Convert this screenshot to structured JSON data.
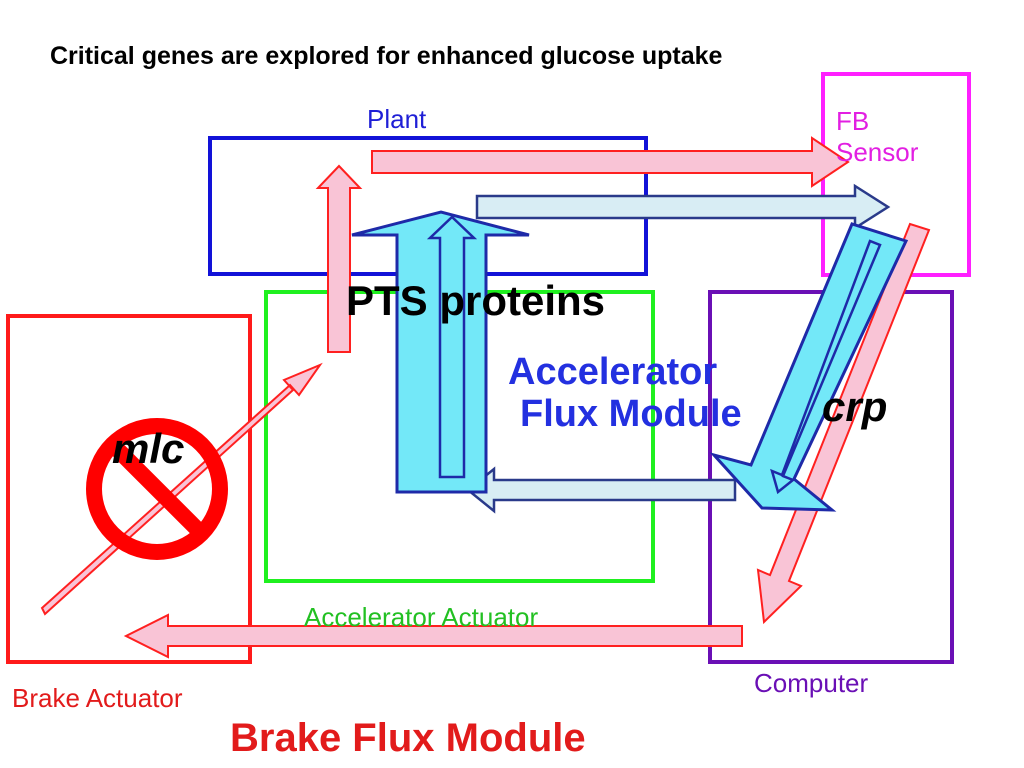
{
  "title": "Critical genes are explored for enhanced glucose uptake",
  "labels": {
    "plant": "Plant",
    "fb_sensor": [
      "FB",
      "Sensor"
    ],
    "pts_proteins": "PTS proteins",
    "accelerator_flux_module": [
      "Accelerator",
      "Flux Module"
    ],
    "crp": "crp",
    "mlc": "mlc",
    "accelerator_actuator": "Accelerator Actuator",
    "computer": "Computer",
    "brake_actuator": "Brake Actuator",
    "brake_flux_module": "Brake Flux Module"
  },
  "colors": {
    "plant_box": "#1212d8",
    "fb_sensor_box": "#ff1fff",
    "accelerator_actuator_box": "#1ff01f",
    "computer_box": "#6a0fb5",
    "brake_actuator_box": "#ff1a1a",
    "pink_arrow_fill": "#f9c4d6",
    "pink_arrow_stroke": "#ff2020",
    "cyan_arrow_fill": "#73e8f8",
    "cyan_arrow_stroke": "#1e2aa8",
    "pale_arrow_fill": "#d8edf4",
    "pale_arrow_stroke": "#2a3a8a",
    "no_symbol": "#ff0000"
  },
  "icons": {
    "inhibition": "no-symbol-icon"
  }
}
